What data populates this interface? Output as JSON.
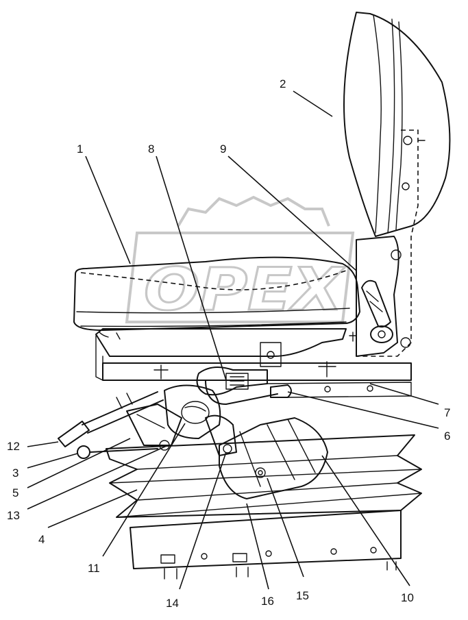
{
  "watermark": {
    "text": "OPEX"
  },
  "labels": {
    "l1": "1",
    "l2": "2",
    "l3": "3",
    "l4": "4",
    "l5": "5",
    "l6": "6",
    "l7": "7",
    "l8": "8",
    "l9": "9",
    "l10": "10",
    "l11": "11",
    "l12": "12",
    "l13": "13",
    "l14": "14",
    "l15": "15",
    "l16": "16"
  }
}
